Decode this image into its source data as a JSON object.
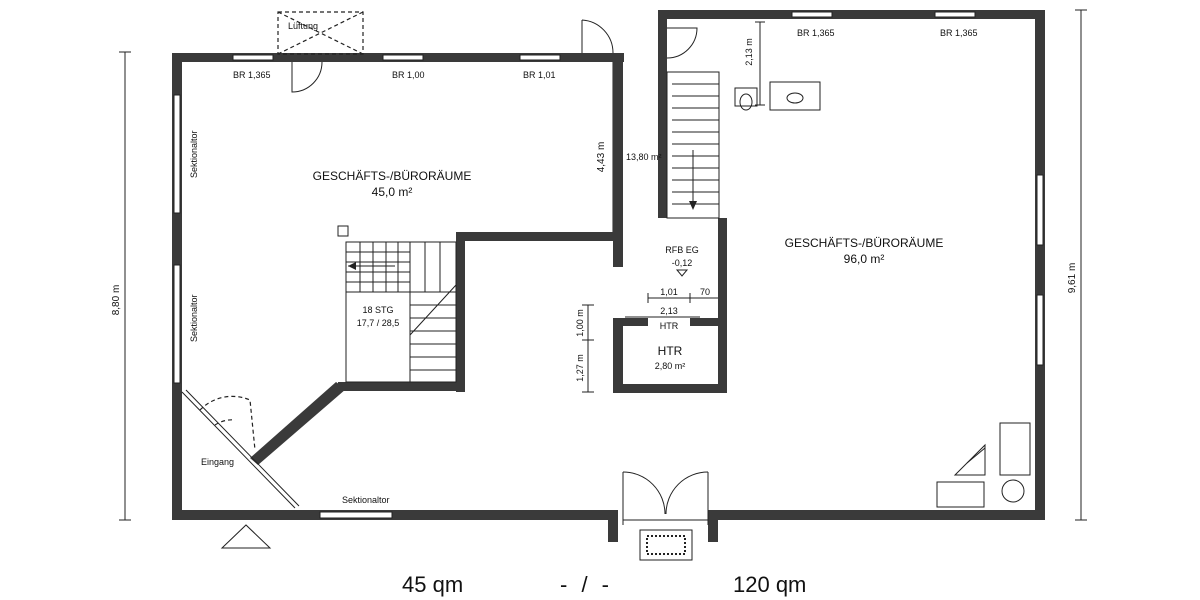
{
  "rooms": {
    "left_office_name": "GESCHÄFTS-/BÜRORÄUME",
    "left_office_area": "45,0 m²",
    "right_office_name": "GESCHÄFTS-/BÜRORÄUME",
    "right_office_area": "96,0 m²",
    "htr_name": "HTR",
    "htr_area": "2,80 m²",
    "htr_door": "HTR",
    "stair_area": "13,80 m²"
  },
  "labels": {
    "lueftung": "Lüftung",
    "sektionaltor_left_top": "Sektionaltor",
    "sektionaltor_left_bottom": "Sektionaltor",
    "sektionaltor_bottom": "Sektionaltor",
    "eingang": "Eingang",
    "stairs": "18 STG",
    "stairs_ratio": "17,7 / 28,5",
    "rfb": "RFB EG",
    "rfb_level": "-0,12"
  },
  "windows": {
    "br1": "BR 1,365",
    "br2": "BR 1,00",
    "br3": "BR 1,01",
    "br4": "BR 1,365",
    "br5": "BR 1,365"
  },
  "dimensions": {
    "height_left": "8,80 m",
    "height_right": "9,61 m",
    "wall_443": "4,43 m",
    "wc_213": "2,13 m",
    "door_100": "1,00 m",
    "door_127": "1,27 m",
    "htr_101": "1,01",
    "htr_70": "70",
    "htr_213": "2,13"
  },
  "footer": {
    "area_left": "45 qm",
    "separator": "- / -",
    "area_right": "120 qm"
  }
}
